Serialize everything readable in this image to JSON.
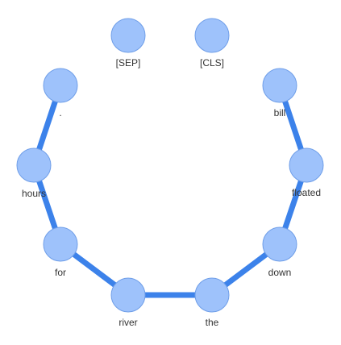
{
  "graph": {
    "colors": {
      "node_fill": "#9ec2fb",
      "node_stroke": "#6f9ee8",
      "edge": "#3c82ea",
      "label": "#333333"
    },
    "nodes": [
      {
        "id": "sep",
        "label": "[SEP]"
      },
      {
        "id": "cls",
        "label": "[CLS]"
      },
      {
        "id": "bill",
        "label": "bill"
      },
      {
        "id": "floated",
        "label": "floated"
      },
      {
        "id": "down",
        "label": "down"
      },
      {
        "id": "the",
        "label": "the"
      },
      {
        "id": "river",
        "label": "river"
      },
      {
        "id": "for",
        "label": "for"
      },
      {
        "id": "hours",
        "label": "hours"
      },
      {
        "id": "period",
        "label": "."
      }
    ],
    "edges": [
      {
        "from": "bill",
        "to": "floated"
      },
      {
        "from": "floated",
        "to": "down"
      },
      {
        "from": "down",
        "to": "the"
      },
      {
        "from": "the",
        "to": "river"
      },
      {
        "from": "river",
        "to": "for"
      },
      {
        "from": "for",
        "to": "hours"
      },
      {
        "from": "hours",
        "to": "period"
      }
    ]
  }
}
